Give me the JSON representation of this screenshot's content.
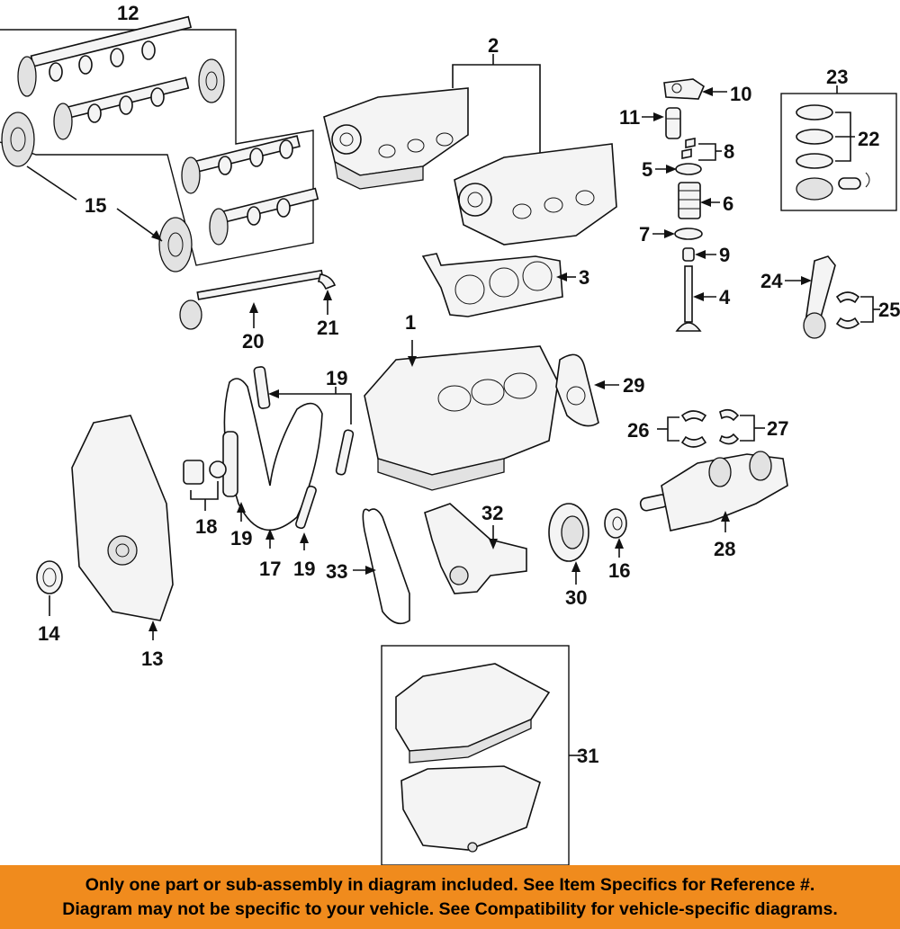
{
  "callouts": {
    "c1": "1",
    "c2": "2",
    "c3": "3",
    "c4": "4",
    "c5": "5",
    "c6": "6",
    "c7": "7",
    "c8": "8",
    "c9": "9",
    "c10": "10",
    "c11": "11",
    "c12": "12",
    "c13": "13",
    "c14": "14",
    "c15": "15",
    "c16": "16",
    "c17": "17",
    "c18": "18",
    "c19a": "19",
    "c19b": "19",
    "c19c": "19",
    "c20": "20",
    "c21": "21",
    "c22": "22",
    "c23": "23",
    "c24": "24",
    "c25": "25",
    "c26": "26",
    "c27": "27",
    "c28": "28",
    "c29": "29",
    "c30": "30",
    "c31": "31",
    "c32": "32",
    "c33": "33"
  },
  "banner": {
    "line1": "Only one part or sub-assembly in diagram included. See Item Specifics for Reference #.",
    "line2": "Diagram may not be specific to your vehicle. See Compatibility for vehicle-specific diagrams."
  },
  "colors": {
    "banner": "#f08b1d"
  }
}
